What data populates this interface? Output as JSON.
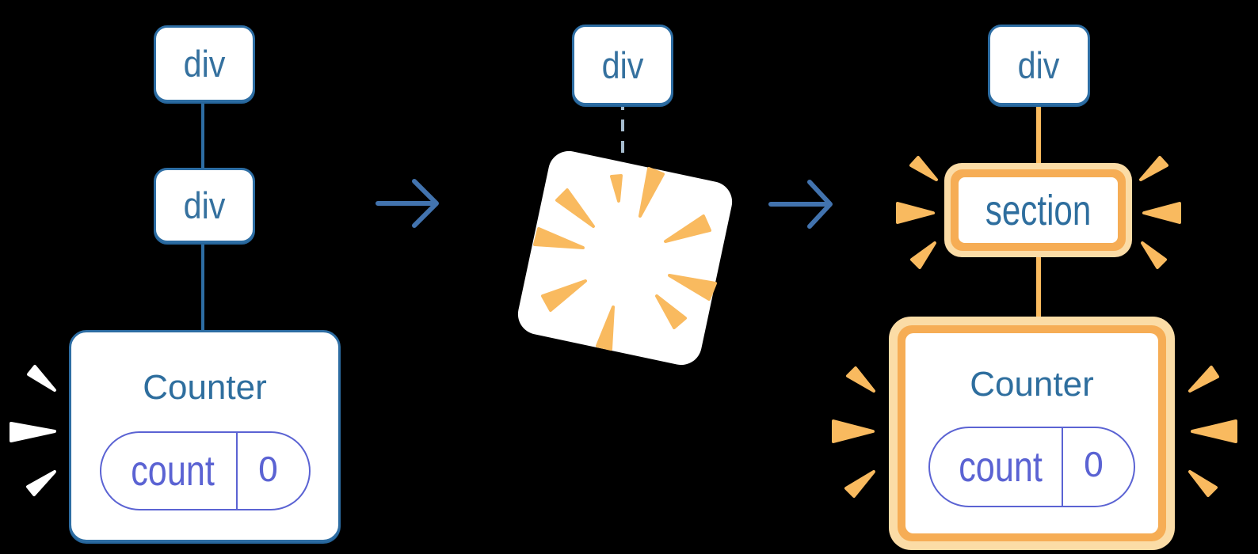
{
  "diagram": {
    "background": "#000000",
    "colors": {
      "node_border_blue": "#2D6DA3",
      "node_text_blue": "#35719F",
      "component_title": "#2E6E9E",
      "state_indigo": "#5B63D3",
      "arrow_blue": "#4273AE",
      "dashed_edge_gray": "#A6BCCE",
      "spark_orange": "#F9BA5F",
      "ring_orange": "#F6AD55",
      "ring_pale_orange": "#FBDCA6",
      "spark_white": "#FFFFFF"
    },
    "before": {
      "root": "div",
      "child": "div",
      "component": {
        "name": "Counter",
        "state_key": "count",
        "state_value": "0"
      }
    },
    "poof": {
      "node": "div"
    },
    "after": {
      "root": "div",
      "new_child": "section",
      "component": {
        "name": "Counter",
        "state_key": "count",
        "state_value": "0"
      }
    }
  }
}
